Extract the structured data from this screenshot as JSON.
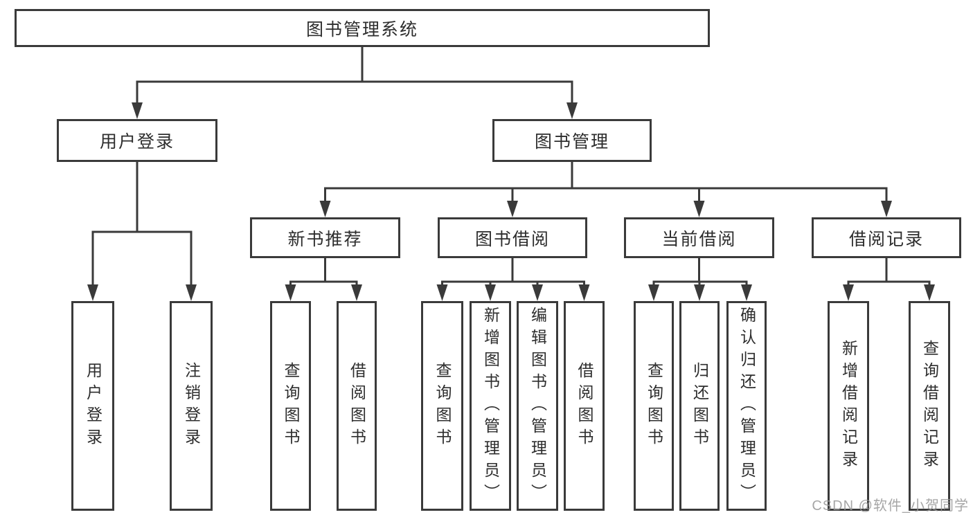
{
  "tree": {
    "root": {
      "label": "图书管理系统"
    },
    "level2": [
      {
        "label": "用户登录"
      },
      {
        "label": "图书管理"
      }
    ],
    "level3": [
      {
        "label": "新书推荐"
      },
      {
        "label": "图书借阅"
      },
      {
        "label": "当前借阅"
      },
      {
        "label": "借阅记录"
      }
    ],
    "leaves": {
      "user_login": [
        {
          "label": "用户登录"
        },
        {
          "label": "注销登录"
        }
      ],
      "new_book": [
        {
          "label": "查询图书"
        },
        {
          "label": "借阅图书"
        }
      ],
      "book_borrow": [
        {
          "label": "查询图书"
        },
        {
          "label": "新增图书（管理员）"
        },
        {
          "label": "编辑图书（管理员）"
        },
        {
          "label": "借阅图书"
        }
      ],
      "current_borrow": [
        {
          "label": "查询图书"
        },
        {
          "label": "归还图书"
        },
        {
          "label": "确认归还（管理员）"
        }
      ],
      "borrow_record": [
        {
          "label": "新增借阅记录"
        },
        {
          "label": "查询借阅记录"
        }
      ]
    }
  },
  "watermark": {
    "text": "CSDN @软件_小贺同学"
  },
  "colors": {
    "border": "#3a3a3a",
    "text": "#2d2d2d",
    "watermark": "#969696",
    "background": "#ffffff"
  }
}
